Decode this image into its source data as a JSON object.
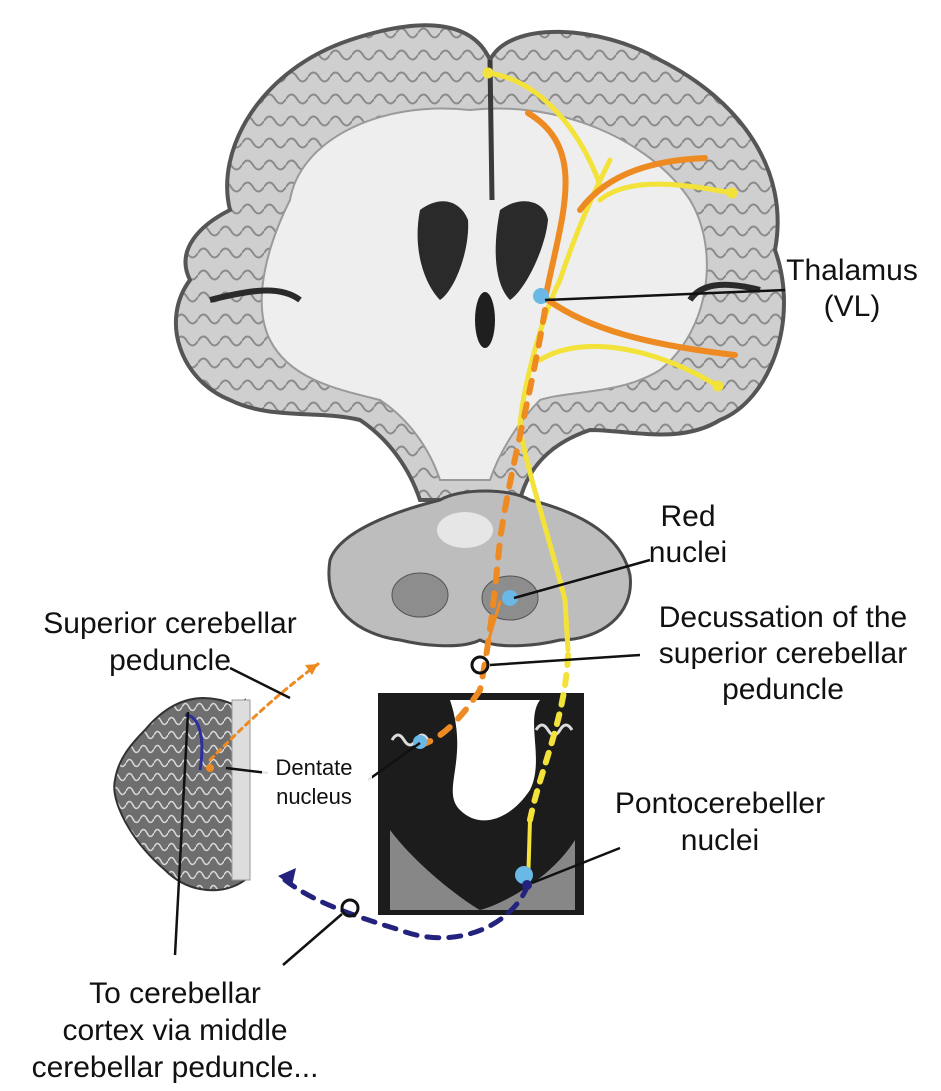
{
  "labels": {
    "thalamus_line1": "Thalamus",
    "thalamus_line2": "(VL)",
    "red_nuclei_line1": "Red",
    "red_nuclei_line2": "nuclei",
    "superior_peduncle_line1": "Superior cerebellar",
    "superior_peduncle_line2": "peduncle",
    "decussation_line1": "Decussation of the",
    "decussation_line2": "superior cerebellar",
    "decussation_line3": "peduncle",
    "dentate_line1": "Dentate",
    "dentate_line2": "nucleus",
    "pontocerebeller_line1": "Pontocerebeller",
    "pontocerebeller_line2": "nuclei",
    "cortex_line1": "To cerebellar",
    "cortex_line2": "cortex via middle",
    "cortex_line3": "cerebellar peduncle..."
  },
  "colors": {
    "corticopontine_pathway": "#f2e23a",
    "cerebellothalamic_pathway": "#ee8a22",
    "pontocerebellar_pathway": "#23237e",
    "nucleus_marker": "#6ab8e6",
    "tissue_light": "#e4e4e4",
    "tissue_dark": "#5a5a5a"
  }
}
